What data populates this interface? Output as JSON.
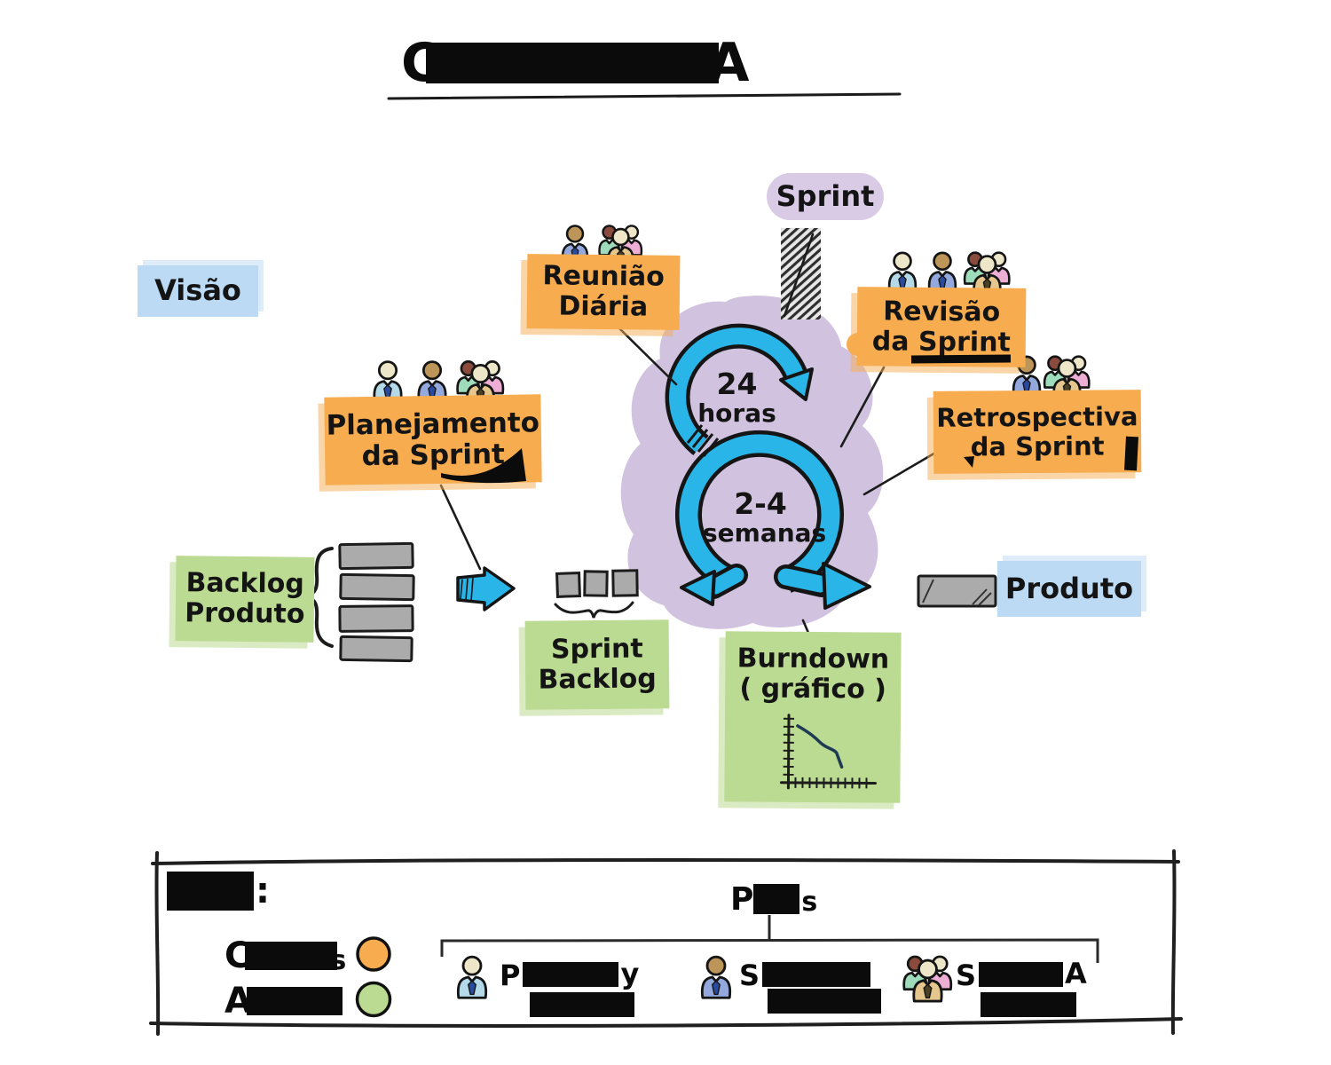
{
  "title": {
    "prefix": "C",
    "suffix": "A"
  },
  "nodes": {
    "vision": {
      "label": "Visão"
    },
    "sprint": {
      "label": "Sprint"
    },
    "daily_meeting": {
      "line1": "Reunião",
      "line2": "Diária"
    },
    "sprint_planning": {
      "line1": "Planejamento",
      "line2": "da Sprint"
    },
    "sprint_review": {
      "line1": "Revisão",
      "line2": "da Sprint"
    },
    "sprint_retrospective": {
      "line1": "Retrospectiva",
      "line2": "da Sprint"
    },
    "product_backlog": {
      "line1": "Backlog",
      "line2": "Produto"
    },
    "sprint_backlog": {
      "line1": "Sprint",
      "line2": "Backlog"
    },
    "burndown": {
      "line1": "Burndown",
      "line2": "( gráfico )"
    },
    "product": {
      "label": "Produto"
    },
    "loop_top": {
      "value": "24",
      "unit": "horas"
    },
    "loop_bottom": {
      "value": "2-4",
      "unit": "semanas"
    }
  },
  "legend": {
    "heading_suffix": ":",
    "items": [
      {
        "prefix": "C",
        "suffix": "s",
        "swatch": "#F6AC4F"
      },
      {
        "prefix": "A",
        "suffix": "",
        "swatch": "#BCDB92"
      }
    ],
    "roles_heading": {
      "prefix": "P",
      "suffix": "s"
    },
    "roles": [
      {
        "prefix": "P",
        "suffix": "y",
        "icon": "person-lightblue-icon"
      },
      {
        "prefix": "S",
        "suffix": "",
        "icon": "person-blue-icon"
      },
      {
        "prefix": "S",
        "suffix": "A",
        "icon": "people-group-icon"
      }
    ]
  },
  "colors": {
    "orange": "#F6AC4F",
    "green": "#BCDB92",
    "blue_note": "#BDDAF5",
    "purple_blob": "#D1C3DF",
    "purple_pill": "#D9CAE5",
    "arrow_blue": "#29B5E8",
    "gray_bar": "#ABABAB",
    "ink": "#141414"
  }
}
